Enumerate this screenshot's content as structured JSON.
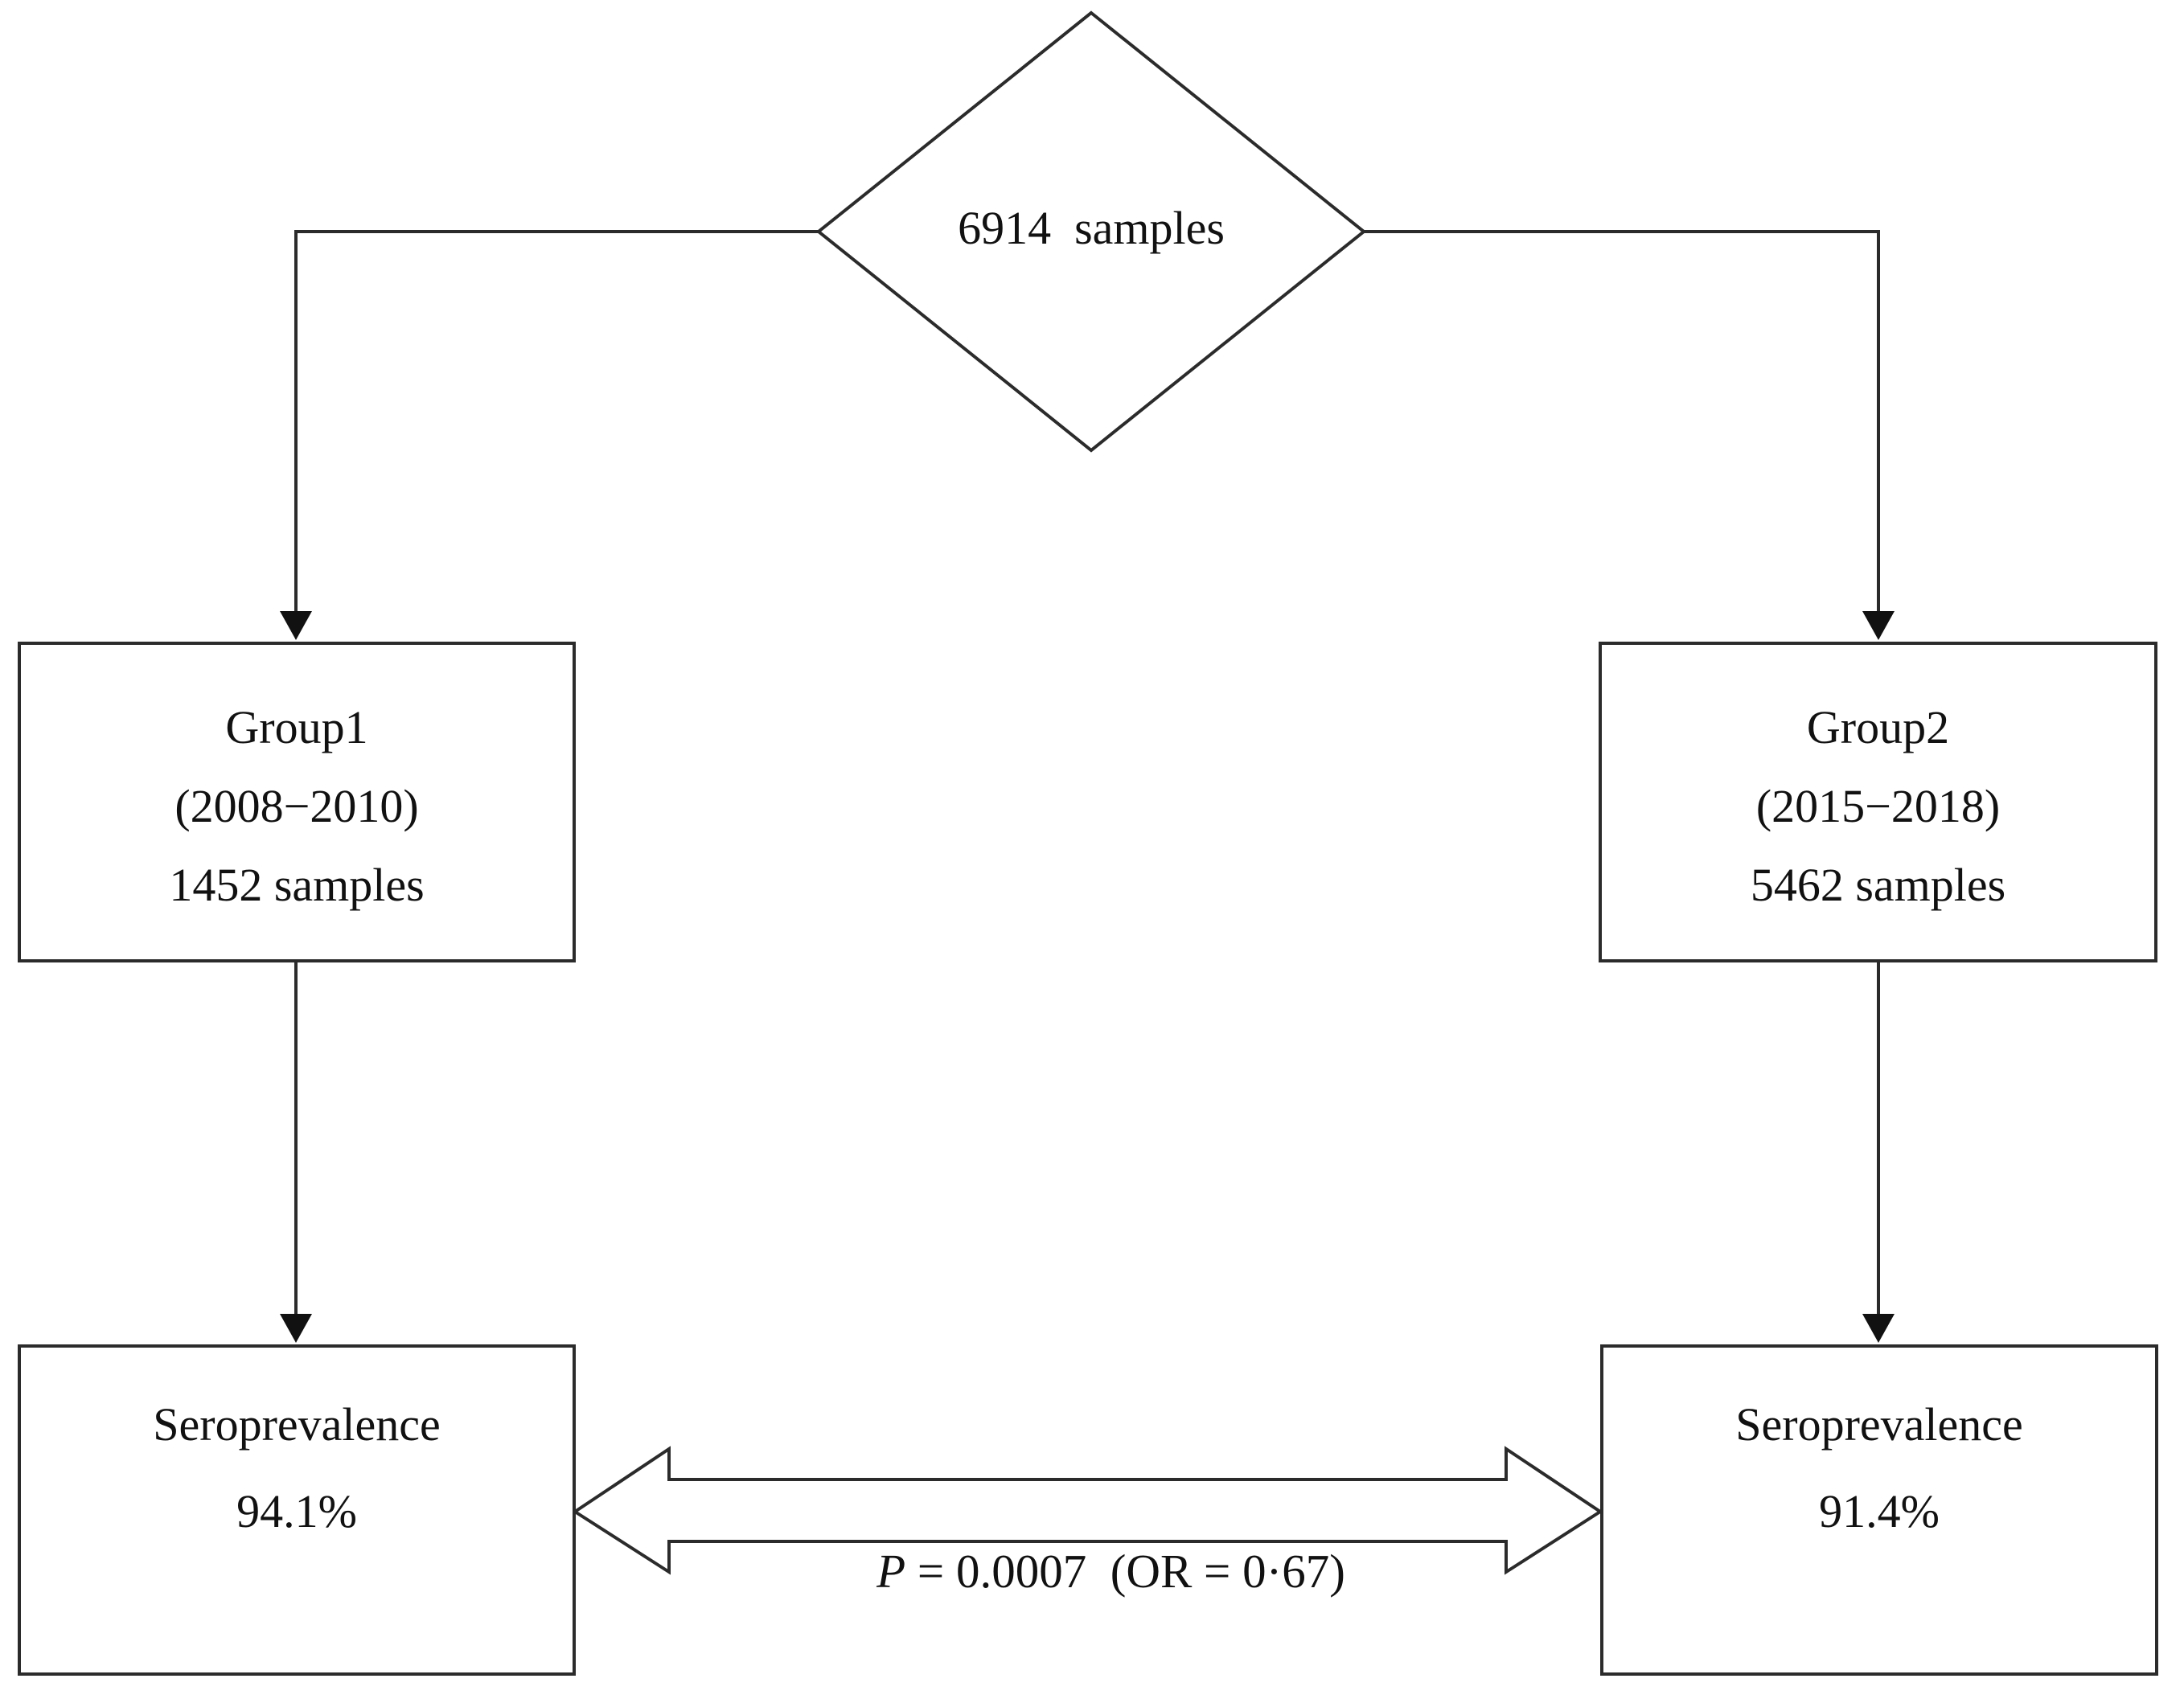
{
  "diagram": {
    "root_node": {
      "label": "6914  samples"
    },
    "group1": {
      "line1": "Group1",
      "line2": "(2008−2010)",
      "line3": "1452 samples"
    },
    "group2": {
      "line1": "Group2",
      "line2": "(2015−2018)",
      "line3": "5462 samples"
    },
    "seroprevalence1": {
      "line1": "Seroprevalence",
      "line2": "94.1%"
    },
    "seroprevalence2": {
      "line1": "Seroprevalence",
      "line2": "91.4%"
    },
    "comparison": {
      "p_symbol": "P",
      "p_rest": " = 0.0007  (OR = 0·67)"
    },
    "colors": {
      "line": "#2b2b2b",
      "arrowhead": "#111111",
      "background": "#ffffff",
      "text": "#111111"
    }
  }
}
